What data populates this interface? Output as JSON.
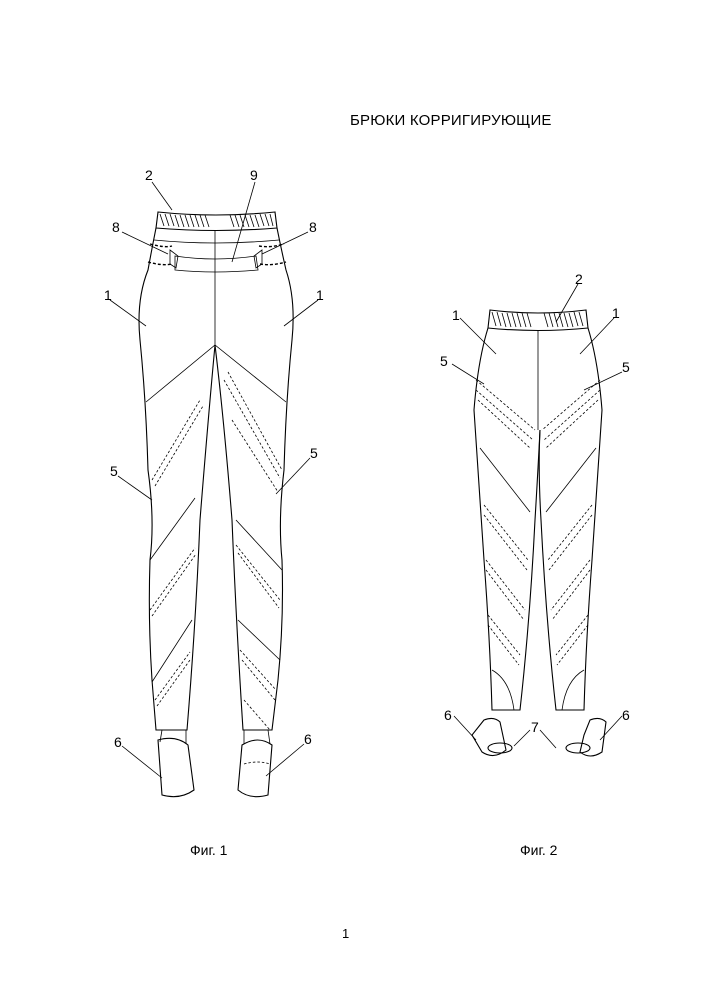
{
  "title": "БРЮКИ КОРРИГИРУЮЩИЕ",
  "figure1": {
    "caption": "Фиг. 1",
    "labels": {
      "l1_left": "1",
      "l1_right": "1",
      "l2": "2",
      "l9": "9",
      "l8_left": "8",
      "l8_right": "8",
      "l5_left": "5",
      "l5_right": "5",
      "l6_left": "6",
      "l6_right": "6"
    }
  },
  "figure2": {
    "caption": "Фиг. 2",
    "labels": {
      "l2": "2",
      "l1_left": "1",
      "l1_right": "1",
      "l5_left": "5",
      "l5_right": "5",
      "l6_left": "6",
      "l6_right": "6",
      "l7": "7"
    }
  },
  "page_number": "1"
}
